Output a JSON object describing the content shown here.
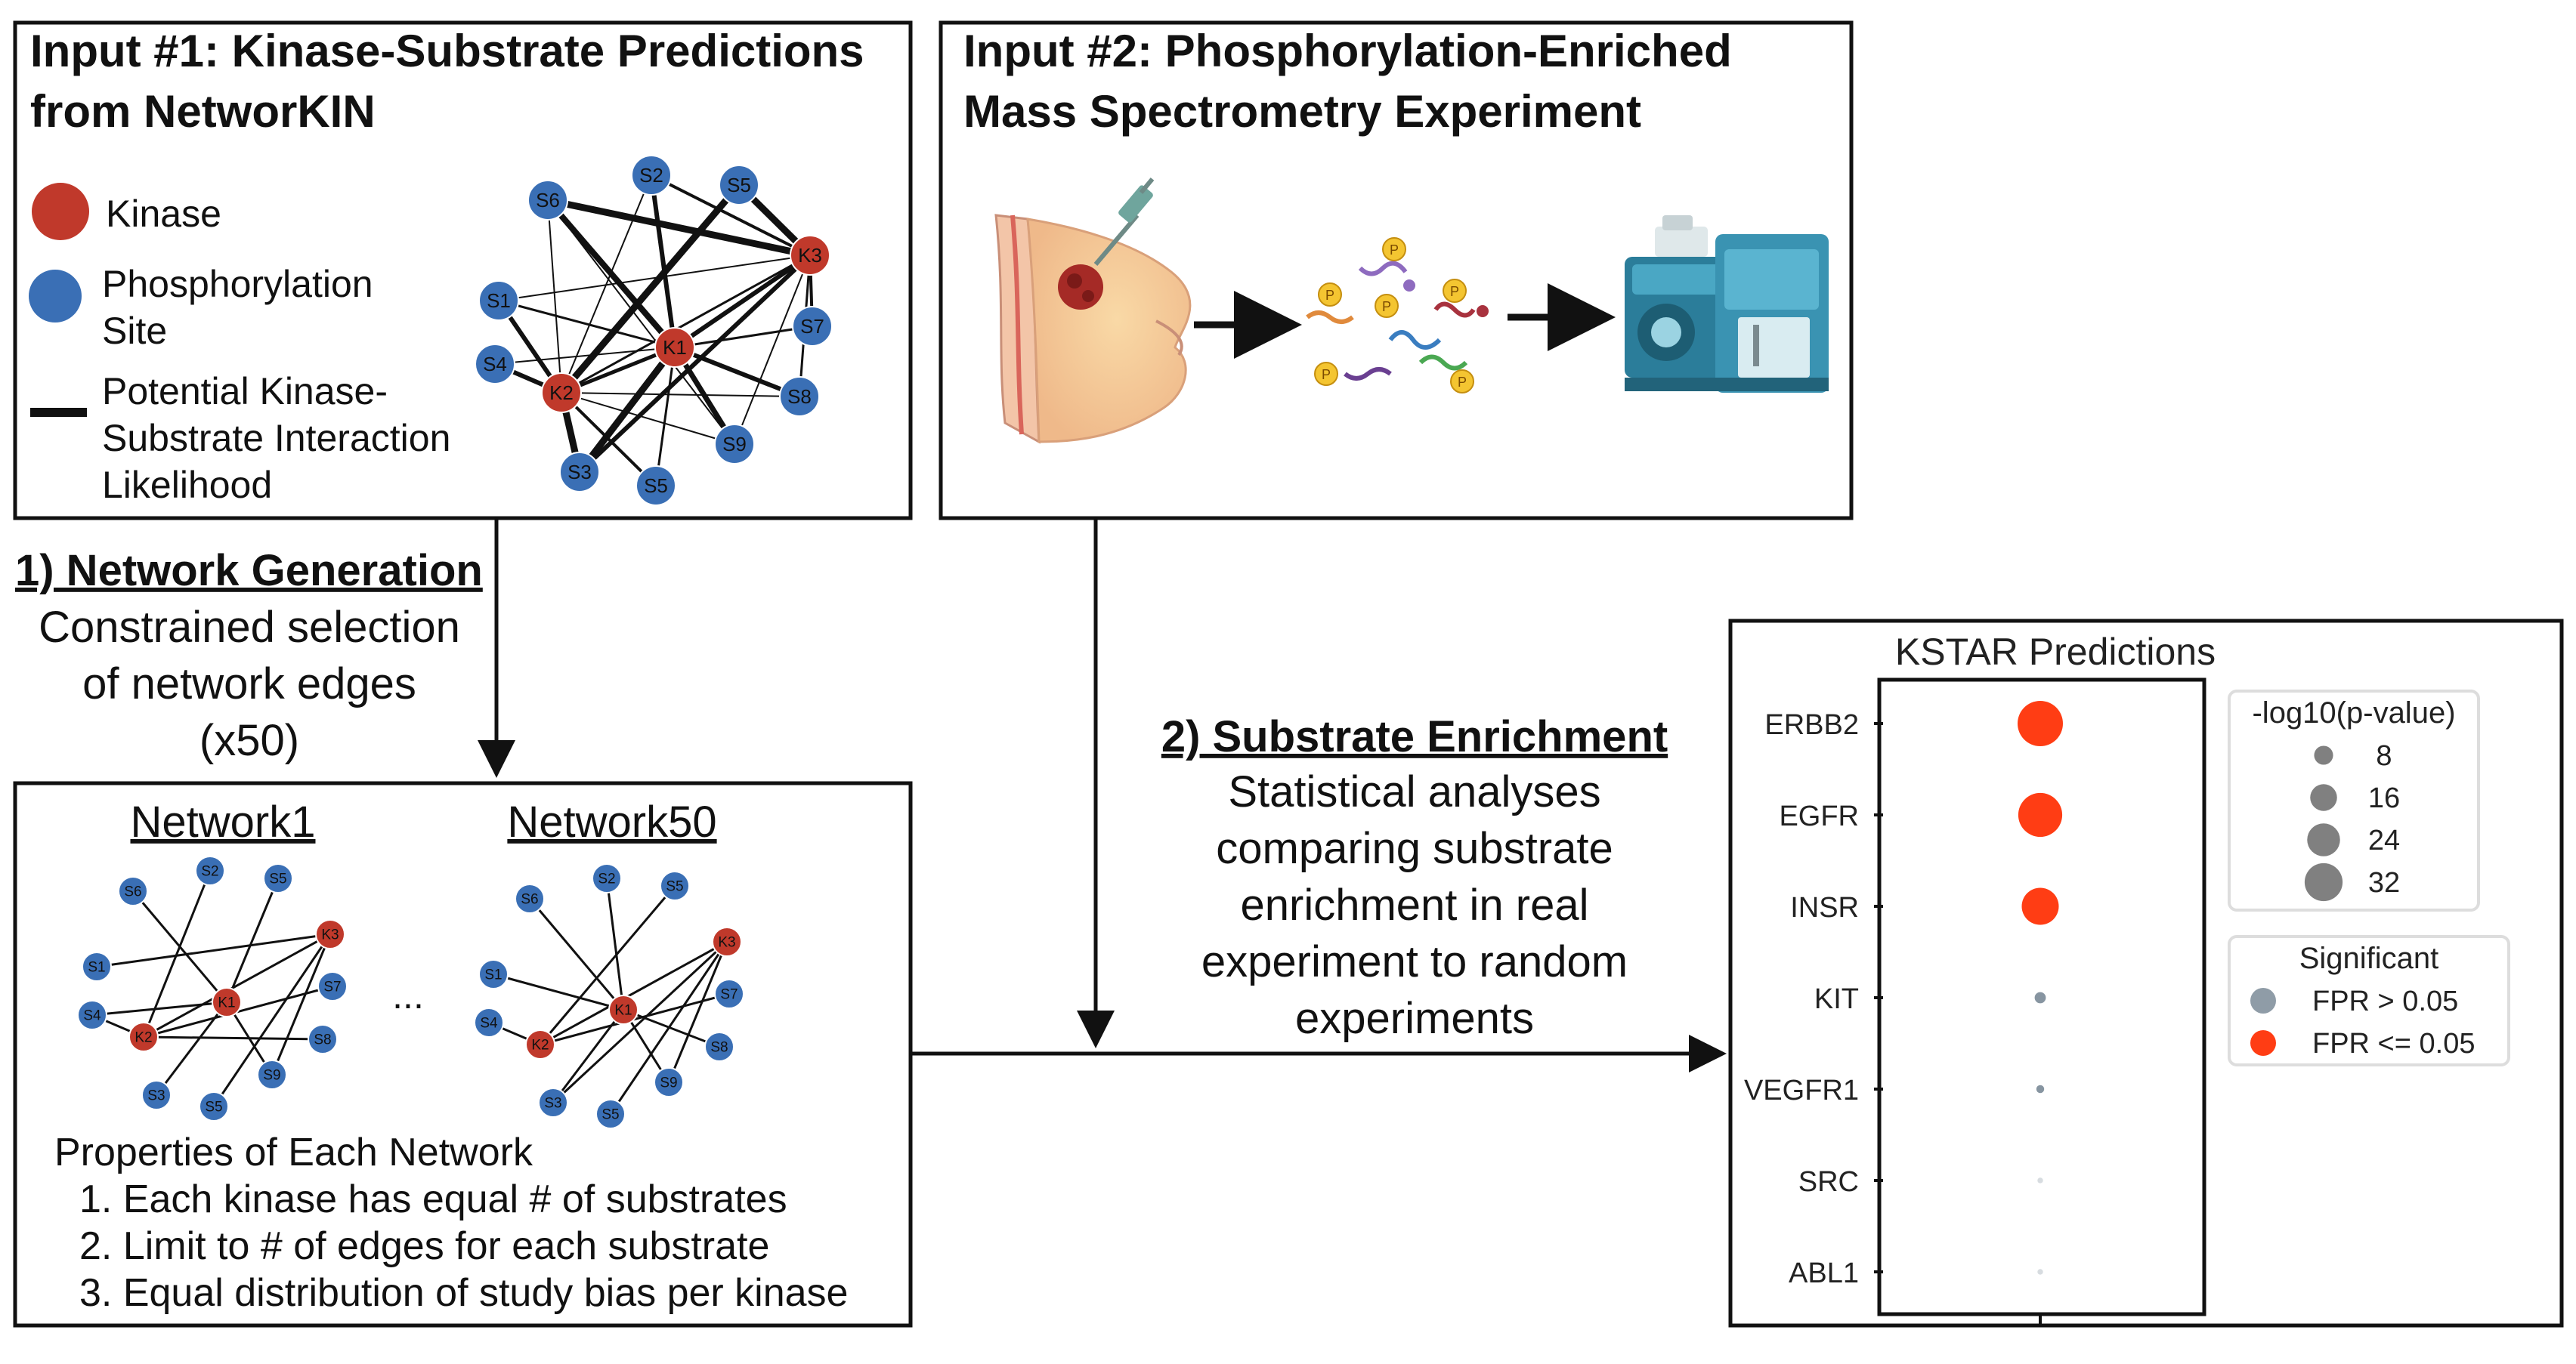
{
  "colors": {
    "kinase": "#c0392b",
    "site": "#3a6fb5",
    "significant": "#ff3d14",
    "nonsignificant": "#5f7282",
    "box_border": "#111111"
  },
  "panel1": {
    "title_line1": "Input #1: Kinase-Substrate Predictions",
    "title_line2": "from NetworKIN",
    "legend_kinase": "Kinase",
    "legend_site_line1": "Phosphorylation",
    "legend_site_line2": "Site",
    "legend_edge_line1": "Potential Kinase-",
    "legend_edge_line2": "Substrate Interaction",
    "legend_edge_line3": "Likelihood"
  },
  "panel2": {
    "title_line1": "Input #2: Phosphorylation-Enriched",
    "title_line2": "Mass Spectrometry Experiment",
    "peptide_mark": "P"
  },
  "step1": {
    "heading": "1) Network Generation",
    "line1": "Constrained selection",
    "line2": "of network edges",
    "line3": "(x50)"
  },
  "step2": {
    "heading": "2) Substrate Enrichment",
    "line1": "Statistical analyses",
    "line2": "comparing substrate",
    "line3": "enrichment in real",
    "line4": "experiment to random",
    "line5": "experiments"
  },
  "networks_panel": {
    "network1_label": "Network1",
    "network50_label": "Network50",
    "ellipsis": "...",
    "properties_title": "Properties of Each Network",
    "properties": [
      "1.  Each kinase has equal # of substrates",
      "2.  Limit to # of edges for each substrate",
      "3.  Equal distribution of study bias per kinase"
    ]
  },
  "node_labels": {
    "kinases": [
      "K1",
      "K2",
      "K3"
    ],
    "sites": [
      "S1",
      "S2",
      "S3",
      "S4",
      "S5",
      "S5",
      "S6",
      "S7",
      "S8",
      "S9"
    ]
  },
  "chart_data": {
    "type": "scatter",
    "title": "KSTAR Predictions",
    "categories": [
      "ERBB2",
      "EGFR",
      "INSR",
      "KIT",
      "VEGFR1",
      "SRC",
      "ABL1"
    ],
    "size_values": [
      33,
      31,
      22,
      2,
      1,
      0.5,
      0.5
    ],
    "significant": [
      true,
      true,
      true,
      false,
      false,
      false,
      false
    ],
    "size_legend": {
      "title": "-log10(p-value)",
      "values": [
        "8",
        "16",
        "24",
        "32"
      ]
    },
    "color_legend": {
      "title": "Significant",
      "items": [
        "FPR > 0.05",
        "FPR <= 0.05"
      ]
    }
  }
}
